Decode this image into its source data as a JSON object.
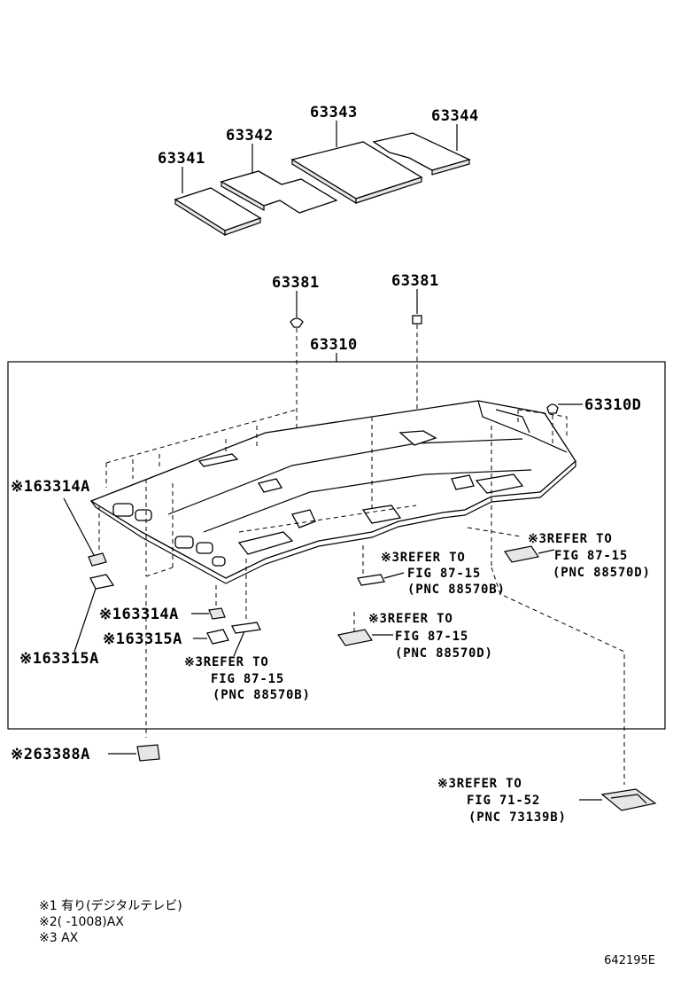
{
  "pads": [
    "63341",
    "63342",
    "63343",
    "63344"
  ],
  "labels": {
    "clip_a": "63381",
    "clip_b": "63381",
    "headliner": "63310",
    "hole_clip": "63310D",
    "marks": {
      "m1": "※1",
      "m2": "※2",
      "m3": "※3"
    },
    "bracket_a": "63314A",
    "bracket_b": "63314A",
    "pad_a": "63315A",
    "pad_b": "63315A",
    "clip_c": "63388A"
  },
  "refs": [
    {
      "line1": "REFER TO",
      "line2": "FIG 87-15",
      "line3": "(PNC 88570D)"
    },
    {
      "line1": "REFER TO",
      "line2": "FIG 87-15",
      "line3": "(PNC 88570B)"
    },
    {
      "line1": "REFER TO",
      "line2": "FIG 87-15",
      "line3": "(PNC 88570D)"
    },
    {
      "line1": "REFER TO",
      "line2": "FIG 87-15",
      "line3": "(PNC 88570B)"
    },
    {
      "line1": "REFER TO",
      "line2": "FIG 71-52",
      "line3": "(PNC 73139B)"
    }
  ],
  "notes": [
    {
      "mark": "※1",
      "text": "有り(デジタルテレビ)"
    },
    {
      "mark": "※2",
      "text": "(      -1008)AX"
    },
    {
      "mark": "※3",
      "text": "AX"
    }
  ],
  "figure_id": "642195E"
}
